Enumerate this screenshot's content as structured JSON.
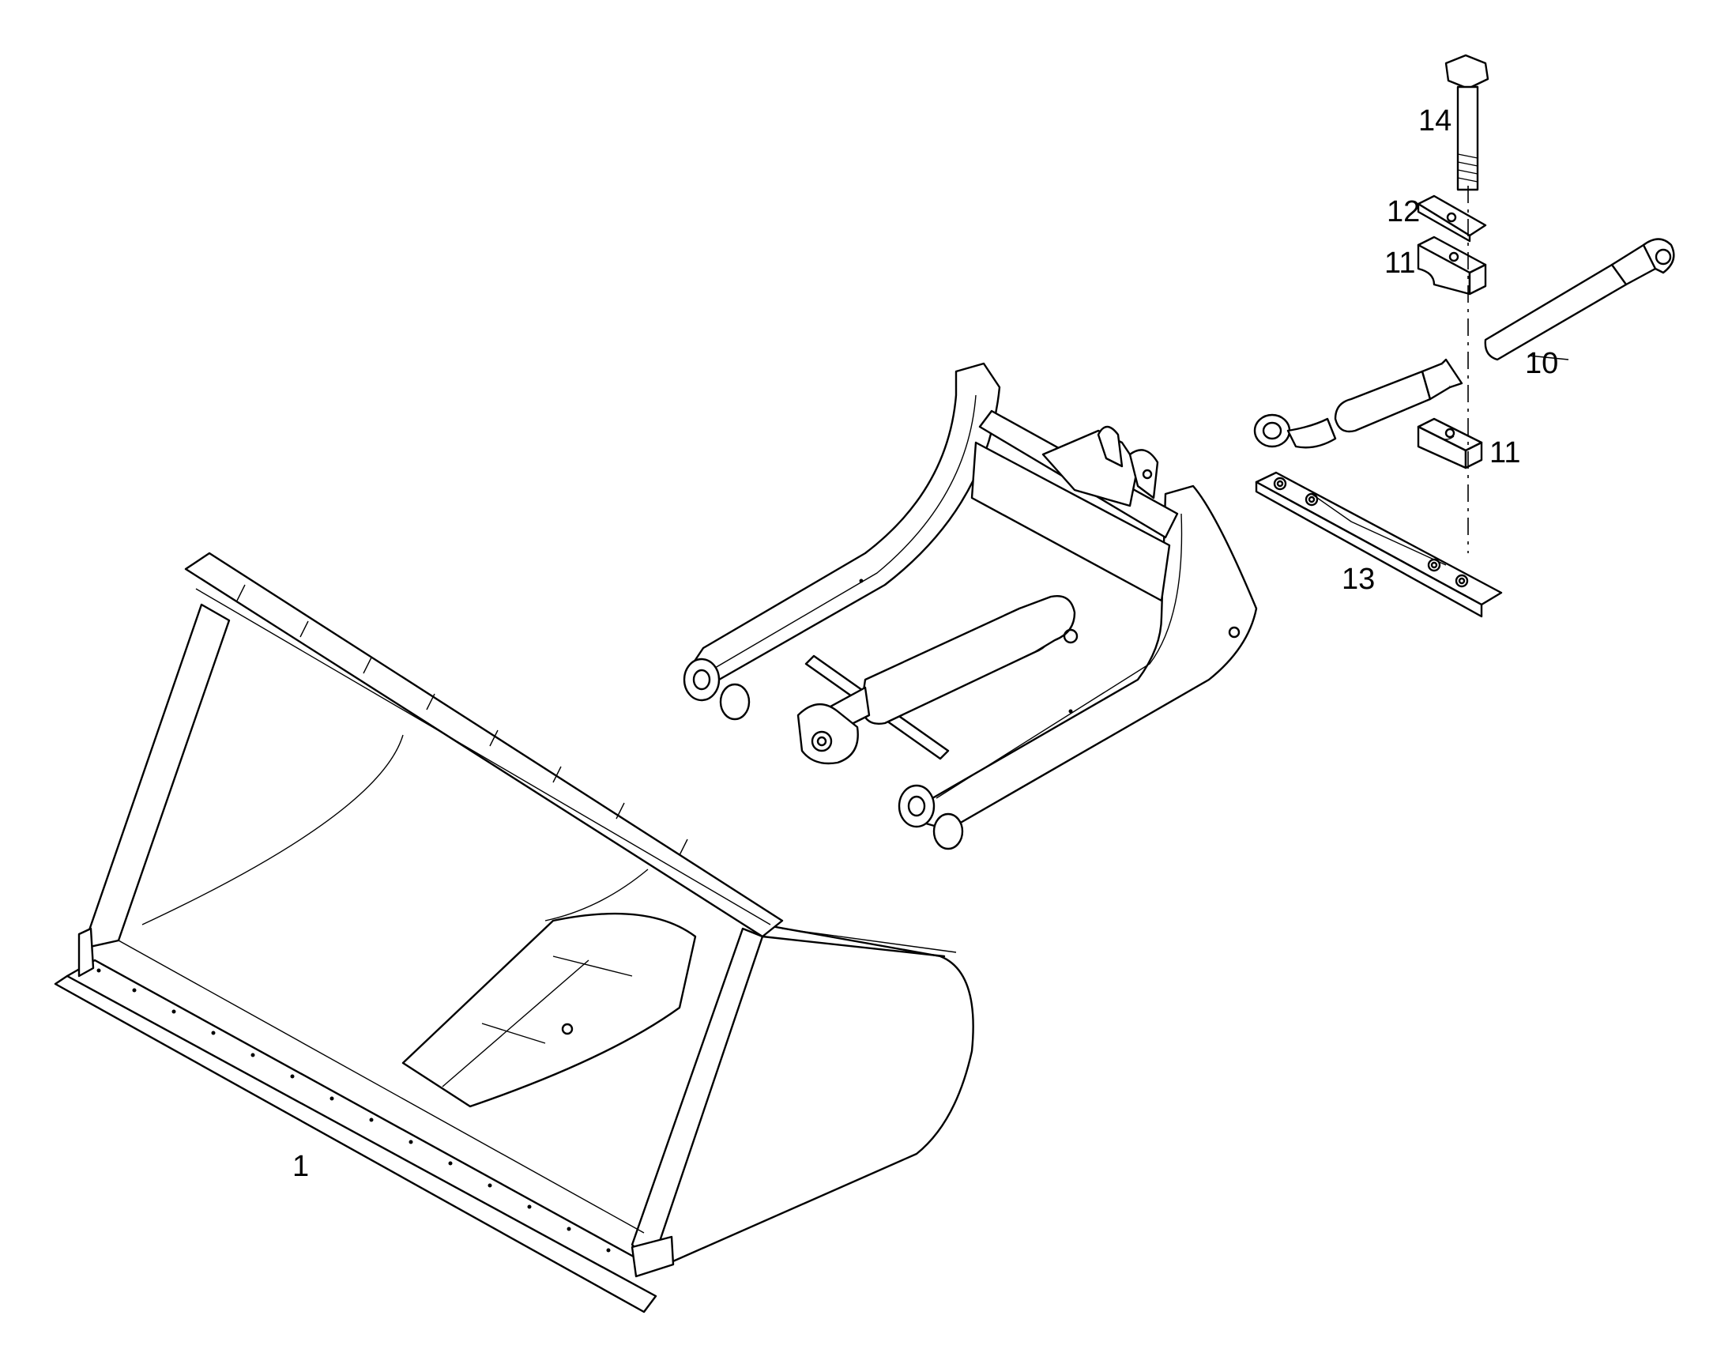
{
  "diagram": {
    "callouts": [
      {
        "id": "bucket",
        "label": "1"
      },
      {
        "id": "hose",
        "label": "10"
      },
      {
        "id": "clamp-upper",
        "label": "11"
      },
      {
        "id": "clamp-lower",
        "label": "11"
      },
      {
        "id": "cover-plate",
        "label": "12"
      },
      {
        "id": "mounting-rail",
        "label": "13"
      },
      {
        "id": "bolt",
        "label": "14"
      }
    ]
  }
}
